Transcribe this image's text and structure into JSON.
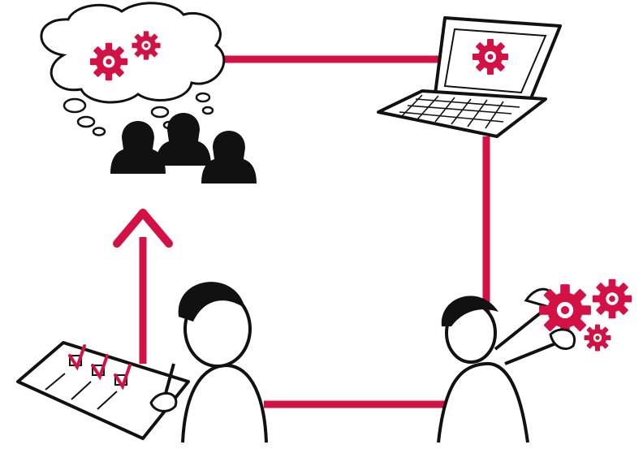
{
  "colors": {
    "accent": "#d31145",
    "ink": "#111111",
    "paper": "#ffffff"
  },
  "diagram": {
    "nodes": [
      {
        "id": "thinking-team",
        "icon": "thought-cloud-with-gears",
        "figures": 3
      },
      {
        "id": "laptop",
        "icon": "laptop-gear-icon"
      },
      {
        "id": "engineer-gears",
        "icon": "person-holding-gears"
      },
      {
        "id": "reviewer-checklist",
        "icon": "person-with-checklist",
        "checked_items": 3
      }
    ],
    "connectors": [
      {
        "from": "thinking-team",
        "to": "laptop"
      },
      {
        "from": "laptop",
        "to": "engineer-gears"
      },
      {
        "from": "engineer-gears",
        "to": "reviewer-checklist"
      },
      {
        "from": "reviewer-checklist",
        "to": "thinking-team",
        "arrow": true
      }
    ]
  }
}
